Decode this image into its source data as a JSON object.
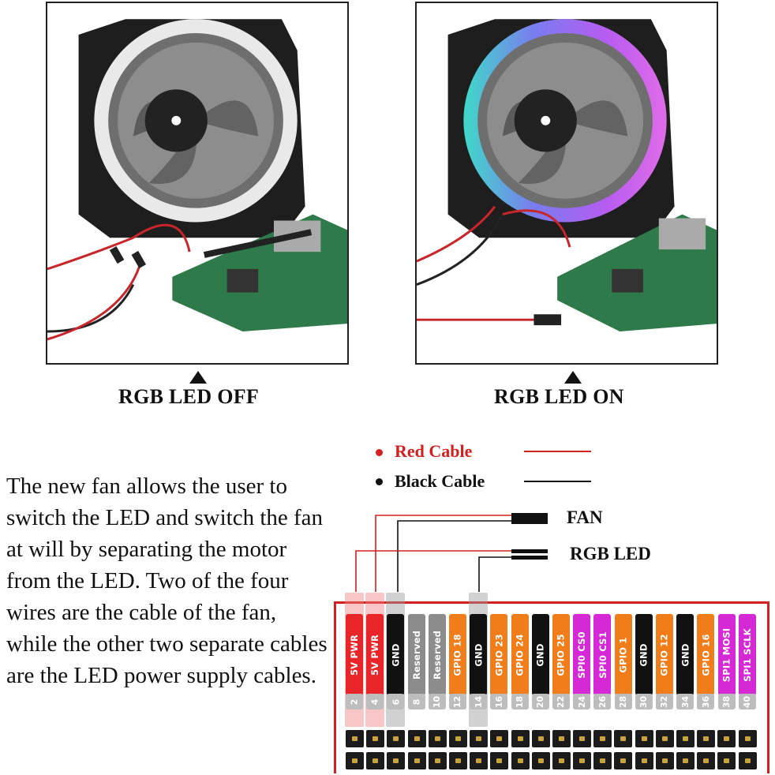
{
  "photos": {
    "off_caption": "RGB LED OFF",
    "on_caption": "RGB LED ON"
  },
  "description": "The new fan allows the user to switch the LED and switch the fan at will by separating the motor from the LED. Two of the four wires are the cable of the fan, while the other two separate cables are the LED power supply cables.",
  "legend": {
    "red_label": "Red Cable",
    "black_label": "Black Cable",
    "red_color": "#d32020",
    "black_color": "#111111"
  },
  "connectors": {
    "fan_label": "FAN",
    "rgb_label": "RGB LED"
  },
  "colors": {
    "power": "#e8262a",
    "ground": "#111111",
    "reserved": "#8c8c8c",
    "gpio": "#f07c1a",
    "spi": "#d629d6",
    "number": "#bdbdbd",
    "board_border": "#d32020"
  },
  "pins": [
    {
      "label": "5V PWR",
      "num": "2",
      "kind": "power",
      "highlight": "red"
    },
    {
      "label": "5V PWR",
      "num": "4",
      "kind": "power",
      "highlight": "red"
    },
    {
      "label": "GND",
      "num": "6",
      "kind": "ground",
      "highlight": "gray"
    },
    {
      "label": "Reserved",
      "num": "8",
      "kind": "reserved",
      "highlight": ""
    },
    {
      "label": "Reserved",
      "num": "10",
      "kind": "reserved",
      "highlight": ""
    },
    {
      "label": "GPIO 18",
      "num": "12",
      "kind": "gpio",
      "highlight": ""
    },
    {
      "label": "GND",
      "num": "14",
      "kind": "ground",
      "highlight": "gray"
    },
    {
      "label": "GPIO 23",
      "num": "16",
      "kind": "gpio",
      "highlight": ""
    },
    {
      "label": "GPIO 24",
      "num": "18",
      "kind": "gpio",
      "highlight": ""
    },
    {
      "label": "GND",
      "num": "20",
      "kind": "ground",
      "highlight": ""
    },
    {
      "label": "GPIO 25",
      "num": "22",
      "kind": "gpio",
      "highlight": ""
    },
    {
      "label": "SPI0 CS0",
      "num": "24",
      "kind": "spi",
      "highlight": ""
    },
    {
      "label": "SPI0 CS1",
      "num": "26",
      "kind": "spi",
      "highlight": ""
    },
    {
      "label": "GPIO 1",
      "num": "28",
      "kind": "gpio",
      "highlight": ""
    },
    {
      "label": "GND",
      "num": "30",
      "kind": "ground",
      "highlight": ""
    },
    {
      "label": "GPIO 12",
      "num": "32",
      "kind": "gpio",
      "highlight": ""
    },
    {
      "label": "GND",
      "num": "34",
      "kind": "ground",
      "highlight": ""
    },
    {
      "label": "GPIO 16",
      "num": "36",
      "kind": "gpio",
      "highlight": ""
    },
    {
      "label": "SPI1 MOSI",
      "num": "38",
      "kind": "spi",
      "highlight": ""
    },
    {
      "label": "SPI1 SCLK",
      "num": "40",
      "kind": "spi",
      "highlight": ""
    }
  ]
}
